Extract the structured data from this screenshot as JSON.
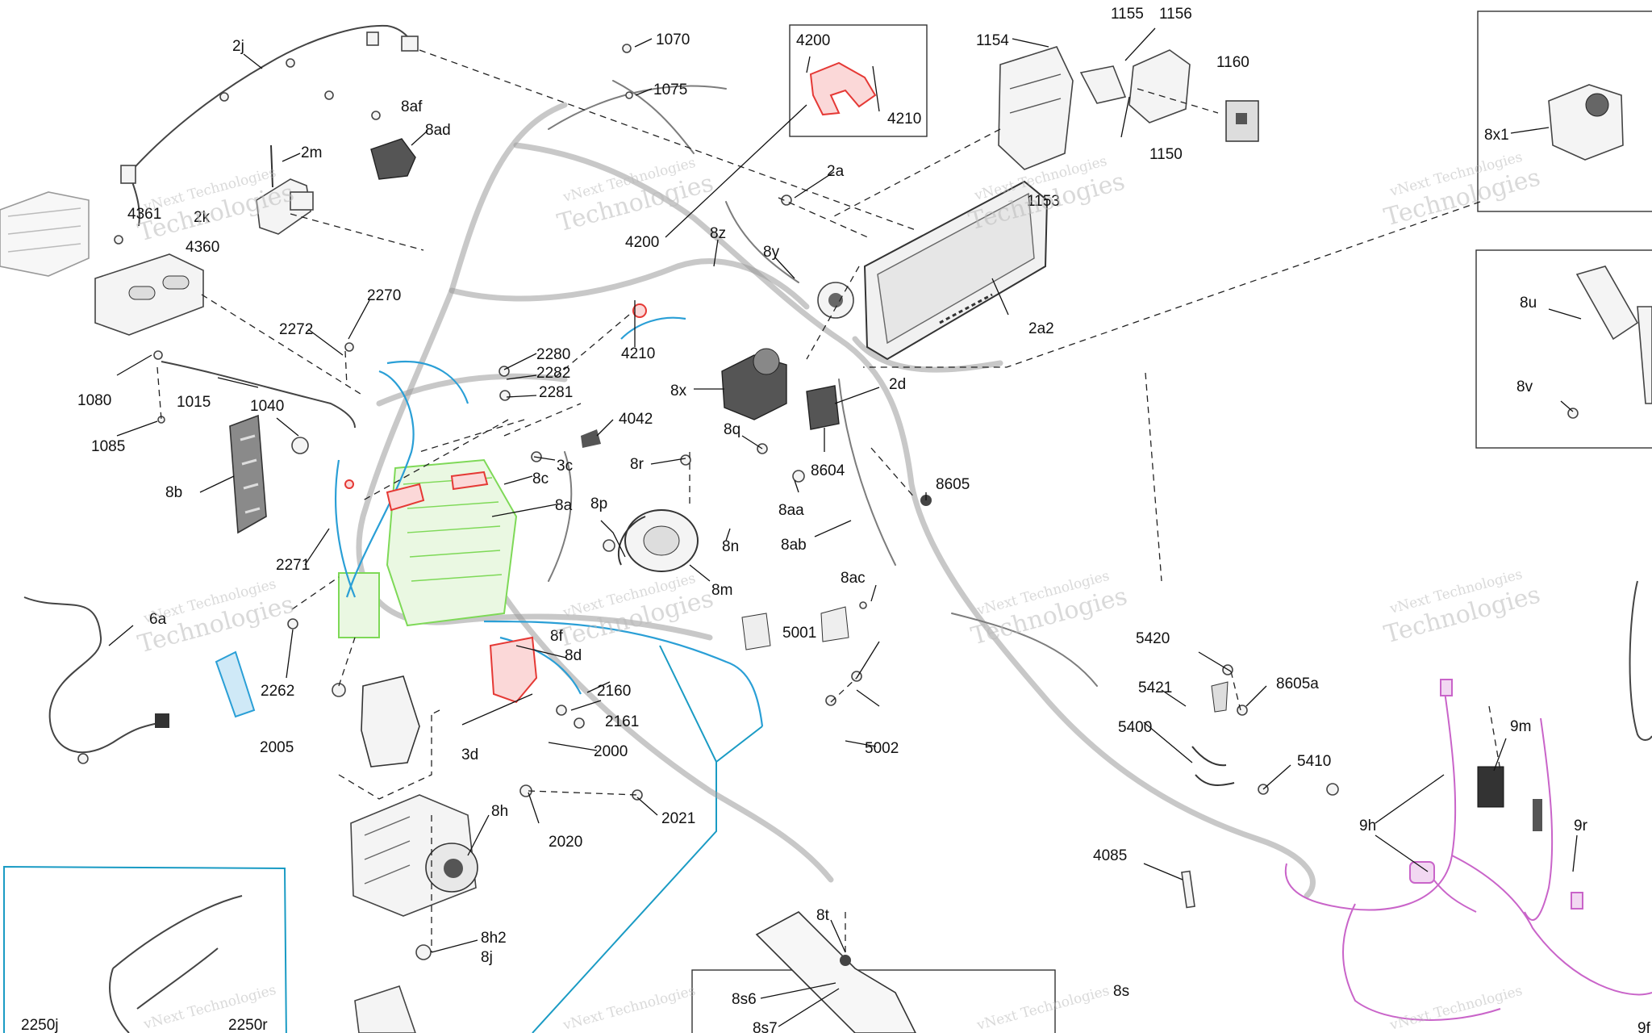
{
  "watermark": {
    "line1": "vNext Technologies",
    "line2": "Technologies"
  },
  "colors": {
    "red_parts": "#e53935",
    "blue_parts": "#2a9fd6",
    "green_parts": "#7ed957",
    "purple_harness": "#c964c9",
    "cyan_box": "#1a9bc4"
  },
  "callouts": {
    "c_2j": "2j",
    "c_1070": "1070",
    "c_1075": "1075",
    "c_8af": "8af",
    "c_8ad": "8ad",
    "c_2m": "2m",
    "c_2k": "2k",
    "c_4361": "4361",
    "c_4360": "4360",
    "c_4200a": "4200",
    "c_4210a": "4210",
    "c_4200b": "4200",
    "c_4210b": "4210",
    "c_1154": "1154",
    "c_1155": "1155",
    "c_1156": "1156",
    "c_1160": "1160",
    "c_1150": "1150",
    "c_1153": "1153",
    "c_8x1": "8x1",
    "c_2a": "2a",
    "c_8z": "8z",
    "c_8y": "8y",
    "c_2a2": "2a2",
    "c_8u": "8u",
    "c_8v": "8v",
    "c_2270": "2270",
    "c_2272": "2272",
    "c_1080": "1080",
    "c_1015": "1015",
    "c_1040": "1040",
    "c_1085": "1085",
    "c_2280": "2280",
    "c_2282": "2282",
    "c_2281": "2281",
    "c_8x": "8x",
    "c_2d": "2d",
    "c_4042": "4042",
    "c_8q": "8q",
    "c_8r": "8r",
    "c_3c": "3c",
    "c_8c": "8c",
    "c_8604": "8604",
    "c_8605": "8605",
    "c_8b": "8b",
    "c_8a": "8a",
    "c_8p": "8p",
    "c_8aa": "8aa",
    "c_8n": "8n",
    "c_8ab": "8ab",
    "c_2271": "2271",
    "c_8m": "8m",
    "c_8ac": "8ac",
    "c_6a": "6a",
    "c_2262": "2262",
    "c_8f": "8f",
    "c_8d": "8d",
    "c_5001": "5001",
    "c_5420": "5420",
    "c_2160": "2160",
    "c_5421": "5421",
    "c_8605a": "8605a",
    "c_2005": "2005",
    "c_3d": "3d",
    "c_2161": "2161",
    "c_2000": "2000",
    "c_5002": "5002",
    "c_5400": "5400",
    "c_9m": "9m",
    "c_5410": "5410",
    "c_8h": "8h",
    "c_2021": "2021",
    "c_2020": "2020",
    "c_9h": "9h",
    "c_9r": "9r",
    "c_4085": "4085",
    "c_8t": "8t",
    "c_8h2": "8h2",
    "c_8j": "8j",
    "c_8s6": "8s6",
    "c_8s": "8s",
    "c_8s7": "8s7",
    "c_2250j": "2250j",
    "c_2250r": "2250r",
    "c_9f": "9f"
  }
}
